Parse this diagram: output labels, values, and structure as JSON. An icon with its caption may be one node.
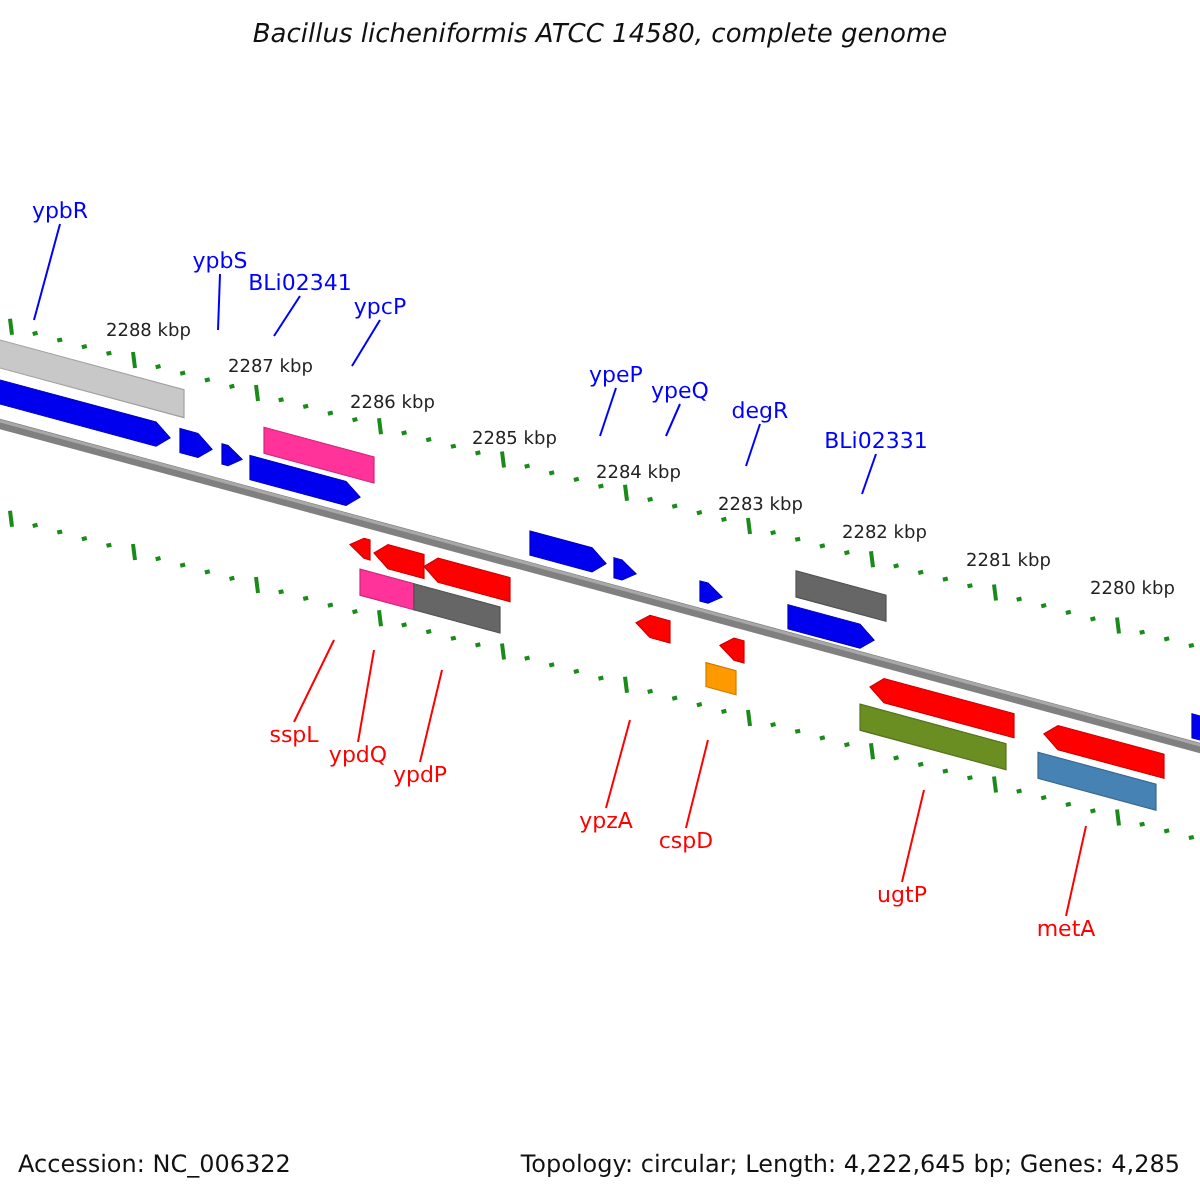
{
  "diagram": {
    "title": "Bacillus licheniformis ATCC 14580, complete genome",
    "nodes": [
      {
        "text": [
          "ypbR"
        ]
      },
      {
        "text": [
          "ypbS"
        ]
      },
      {
        "text": [
          "BLi02341"
        ]
      },
      {
        "text": [
          "ypcP"
        ]
      },
      {
        "text": [
          "ypeP"
        ]
      },
      {
        "text": [
          "ypeQ"
        ]
      },
      {
        "text": [
          "degR"
        ]
      },
      {
        "text": [
          "BLi02331"
        ]
      },
      {
        "text": [
          "sspL"
        ]
      },
      {
        "text": [
          "ypdQ"
        ]
      },
      {
        "text": [
          "ypdP"
        ]
      },
      {
        "text": [
          "ypzA"
        ]
      },
      {
        "text": [
          "cspD"
        ]
      },
      {
        "text": [
          "ugtP"
        ]
      },
      {
        "text": [
          "metA"
        ]
      }
    ],
    "edges": [
      {
        "from": 0,
        "to": null,
        "arrow": "none"
      },
      {
        "from": 1,
        "to": null,
        "arrow": "none"
      },
      {
        "from": 2,
        "to": null,
        "arrow": "none"
      },
      {
        "from": 3,
        "to": null,
        "arrow": "none"
      },
      {
        "from": 4,
        "to": null,
        "arrow": "none"
      },
      {
        "from": 5,
        "to": null,
        "arrow": "none"
      },
      {
        "from": 6,
        "to": null,
        "arrow": "none"
      },
      {
        "from": 7,
        "to": null,
        "arrow": "none"
      },
      {
        "from": 8,
        "to": null,
        "arrow": "none",
        "color": "#ff0000"
      },
      {
        "from": 9,
        "to": null,
        "arrow": "none",
        "color": "#ff0000"
      },
      {
        "from": 10,
        "to": null,
        "arrow": "none",
        "color": "#ff0000"
      },
      {
        "from": 11,
        "to": null,
        "arrow": "none",
        "color": "#ff0000"
      },
      {
        "from": 12,
        "to": null,
        "arrow": "none",
        "color": "#ff0000"
      },
      {
        "from": 13,
        "to": null,
        "arrow": "none",
        "color": "#ff0000"
      },
      {
        "from": 14,
        "to": null,
        "arrow": "none",
        "color": "#ff0000"
      }
    ],
    "labels": [
      "2288 kbp",
      "2287 kbp",
      "2286 kbp",
      "2285 kbp",
      "2284 kbp",
      "2283 kbp",
      "2282 kbp",
      "2281 kbp",
      "2280 kbp",
      "Accession: NC_006322",
      "Topology: circular; Length: 4,222,645 bp; Genes: 4,285"
    ]
  }
}
